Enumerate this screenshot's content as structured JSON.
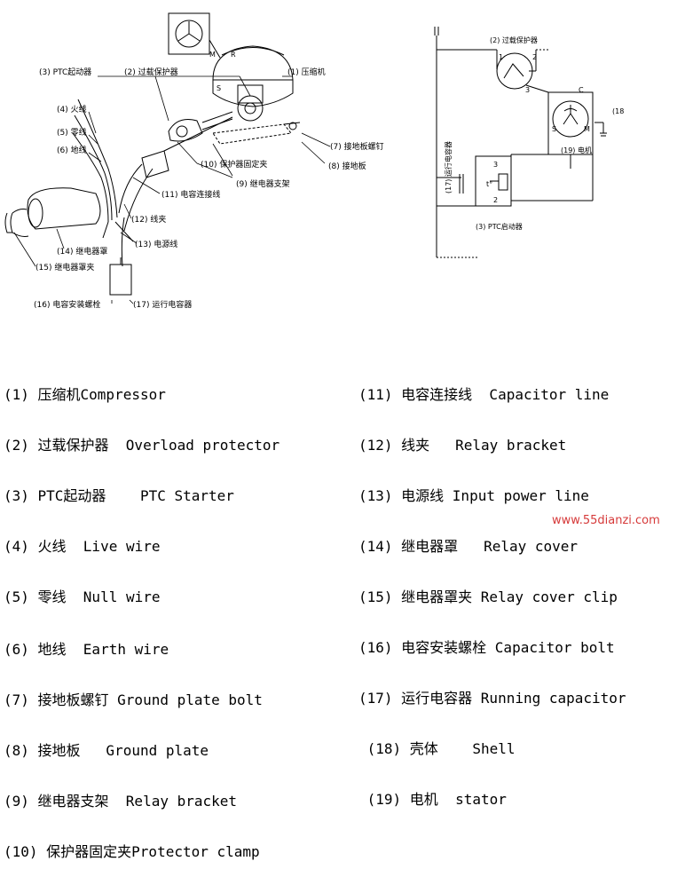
{
  "pictorial": {
    "labels": {
      "compressor": "(1) 压缩机",
      "overload": "(2) 过载保护器",
      "ptc": "(3) PTC起动器",
      "live": "(4) 火线",
      "null": "(5) 零线",
      "earth": "(6) 地线",
      "bolt": "(7) 接地板螺钉",
      "plate": "(8) 接地板",
      "bracket": "(9) 继电器支架",
      "clamp": "(10) 保护器固定夹",
      "capline": "(11) 电容连接线",
      "clip": "(12) 线夹",
      "power": "(13) 电源线",
      "cover": "(14) 继电器罩",
      "coverclip": "(15) 继电器罩夹",
      "capbolt": "(16) 电容安装螺栓",
      "runcap": "(17) 运行电容器"
    },
    "terminals": {
      "s": "S",
      "r": "R",
      "m": "M"
    }
  },
  "schematic": {
    "overload": "(2) 过载保护器",
    "ptc": "(3) PTC启动器",
    "shell": "(18",
    "stator": "(19) 电机",
    "runcap": "(17) 运行电容器",
    "pins": {
      "p1": "1",
      "p2": "2",
      "p3": "3",
      "t3": "3",
      "t2": "2",
      "ptc_t": "t°"
    },
    "motor_pins": {
      "s": "S",
      "m": "M",
      "c": "C"
    }
  },
  "legend": {
    "left": [
      "(1) 压缩机Compressor",
      "(2) 过载保护器  Overload protector",
      "(3) PTC起动器    PTC Starter",
      "(4) 火线  Live wire",
      "(5) 零线  Null wire",
      "(6) 地线  Earth wire",
      "(7) 接地板螺钉 Ground plate bolt",
      "(8) 接地板   Ground plate",
      "(9) 继电器支架  Relay bracket",
      "(10) 保护器固定夹Protector clamp"
    ],
    "right": [
      "(11) 电容连接线  Capacitor line",
      "(12) 线夹   Relay bracket",
      "(13) 电源线 Input power line",
      "(14) 继电器罩   Relay cover",
      "(15) 继电器罩夹 Relay cover clip",
      "(16) 电容安装螺栓 Capacitor bolt",
      "(17) 运行电容器 Running capacitor",
      " (18) 壳体    Shell",
      " (19) 电机  stator"
    ]
  },
  "watermark": "www.55dianzi.com"
}
